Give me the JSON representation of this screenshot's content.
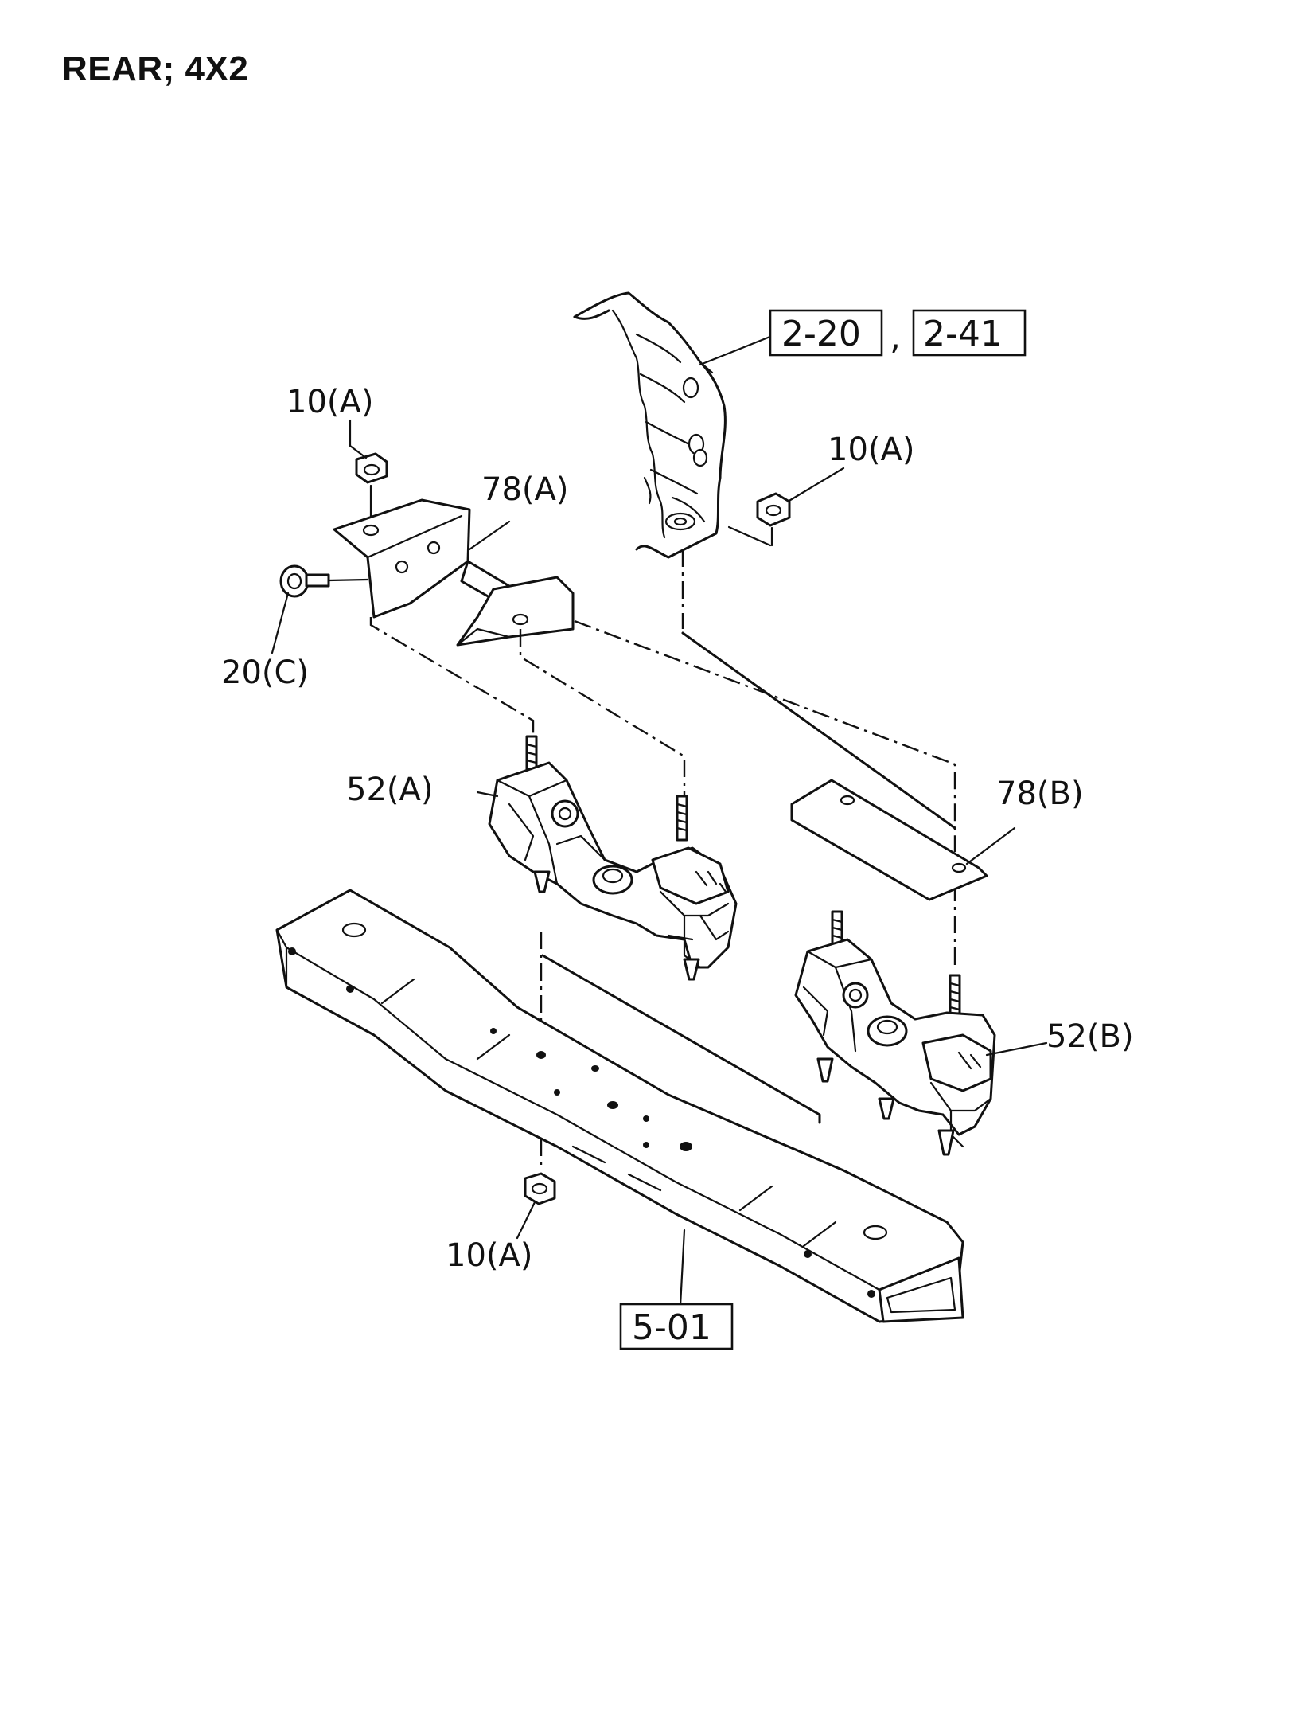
{
  "title": "REAR; 4X2",
  "callouts": {
    "c10a_top_left": "10(A)",
    "c10a_right": "10(A)",
    "c10a_bottom": "10(A)",
    "c78a": "78(A)",
    "c78b": "78(B)",
    "c20c": "20(C)",
    "c52a": "52(A)",
    "c52b": "52(B)"
  },
  "references": {
    "ref_2_20": "2-20",
    "separator": ",",
    "ref_2_41": "2-41",
    "ref_5_01": "5-01"
  }
}
